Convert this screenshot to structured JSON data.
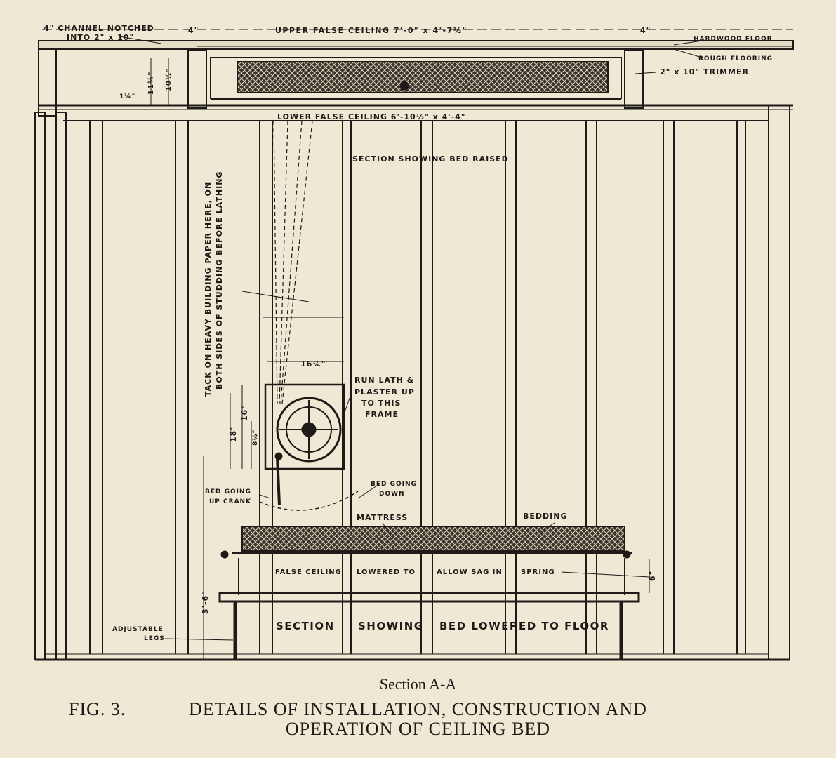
{
  "labels": {
    "channel_notched": "4\" CHANNEL NOTCHED",
    "into_2x10": "INTO 2\" x 10\"",
    "upper_false_ceiling": "UPPER FALSE CEILING 7'-0\" x 4'-7½\"",
    "hardwood_floor": "HARDWOOD FLOOR",
    "rough_flooring": "ROUGH FLOORING",
    "trimmer": "2\" x 10\" TRIMMER",
    "lower_false_ceiling": "LOWER FALSE CEILING 6'-10½\" x 4'-4\"",
    "section_bed_raised": "SECTION SHOWING BED RAISED",
    "tack_line1": "TACK ON HEAVY BUILDING PAPER HERE, ON",
    "tack_line2": "BOTH SIDES OF STUDDING BEFORE LATHING",
    "run_lath_1": "RUN LATH &",
    "run_lath_2": "PLASTER UP",
    "run_lath_3": "TO THIS",
    "run_lath_4": "FRAME",
    "bed_going_up_1": "BED GOING",
    "bed_going_up_2": "UP CRANK",
    "bed_going_down_1": "BED GOING",
    "bed_going_down_2": "DOWN",
    "mattress": "MATTRESS",
    "bedding": "BEDDING",
    "false_ceiling": "FALSE CEILING",
    "lowered_to": "LOWERED TO",
    "allow_sag_in": "ALLOW SAG IN",
    "spring": "SPRING",
    "section_bed_lowered_1": "SECTION",
    "section_bed_lowered_2": "SHOWING",
    "section_bed_lowered_3": "BED LOWERED TO FLOOR",
    "adjustable_legs_1": "ADJUSTABLE",
    "adjustable_legs_2": "LEGS"
  },
  "dimensions": {
    "d_4_left": "4\"",
    "d_4_right": "4\"",
    "d_11_quarter": "11¼\"",
    "d_10_half": "10½\"",
    "d_1_quarter": "1¼\"",
    "d_16_quarter": "16¼\"",
    "d_16": "16\"",
    "d_18": "18\"",
    "d_8_half": "8½\"",
    "d_3_6": "3'-6\"",
    "d_6": "6\""
  },
  "caption": {
    "section": "Section A-A",
    "fig_number": "FIG. 3.",
    "title_line1": "DETAILS OF INSTALLATION, CONSTRUCTION AND",
    "title_line2": "OPERATION OF CEILING BED"
  },
  "colors": {
    "paper": "#efe8d4",
    "ink": "#1d1a17"
  }
}
